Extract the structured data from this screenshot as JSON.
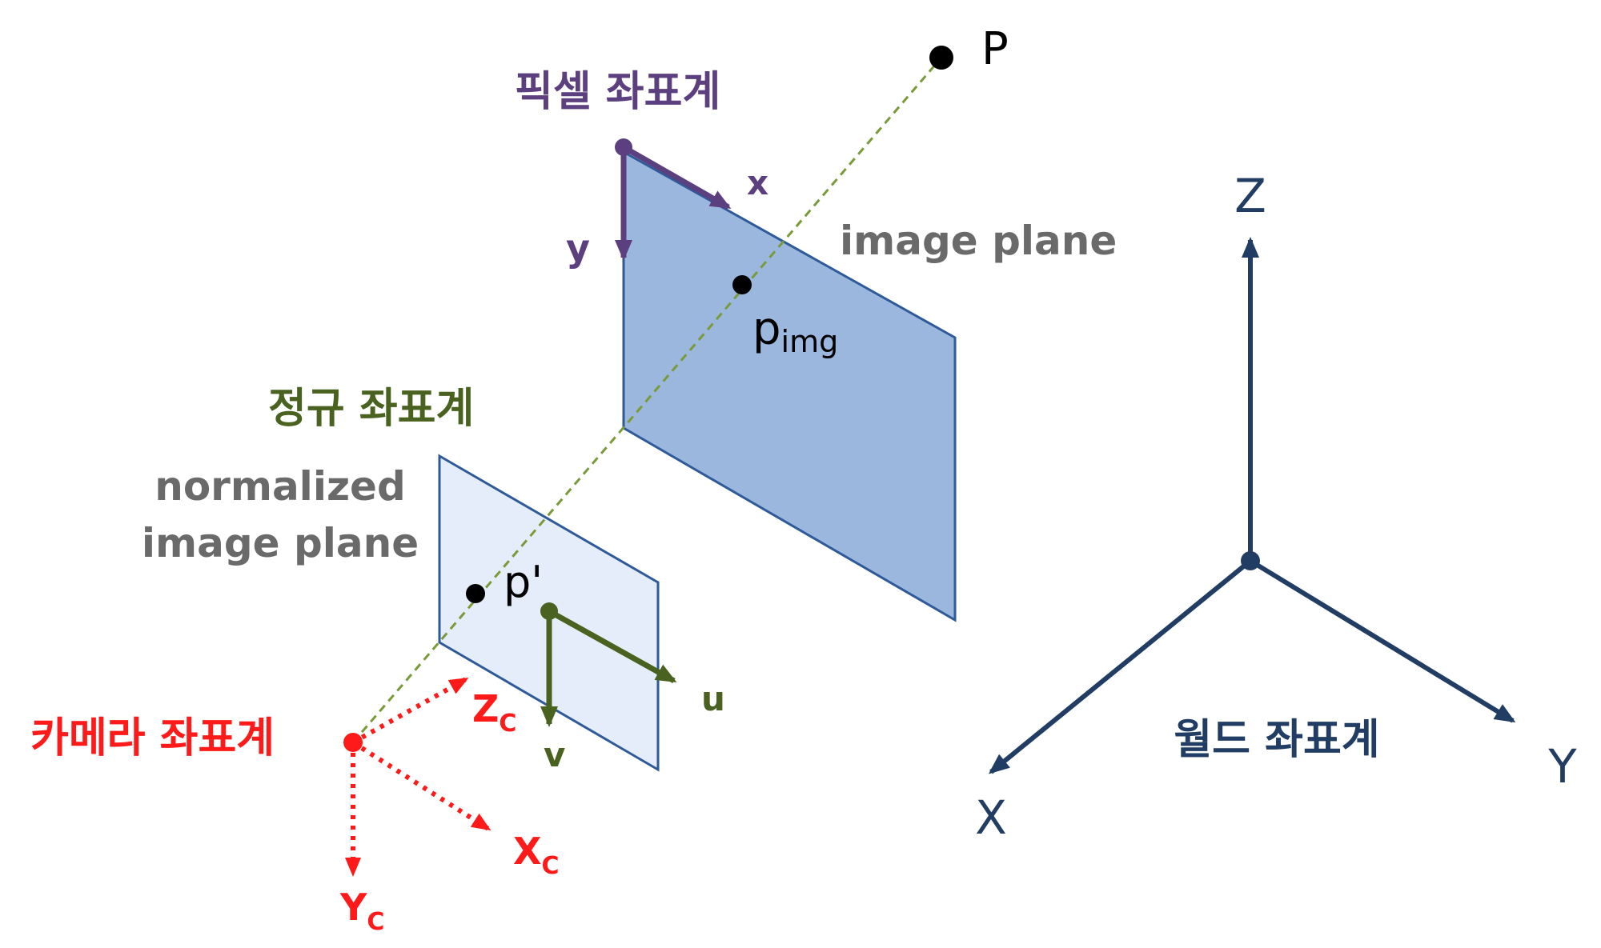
{
  "colors": {
    "pixel": "#5b3f7e",
    "normalized": "#4a6220",
    "camera": "#ff1a1a",
    "world": "#223d63",
    "plane_edge": "#2f5a9a",
    "image_plane_fill": "#9bb7de",
    "normalized_plane_fill": "#e4edf9",
    "ray": "#7a9a3a",
    "caption_gray": "#6a6a6a",
    "point": "#000000"
  },
  "labels": {
    "point_P": "P",
    "pixel_frame": "픽셀 좌표계",
    "pixel_x": "x",
    "pixel_y": "y",
    "image_plane": "image plane",
    "p_img_base": "p",
    "p_img_sub": "img",
    "normalized_frame": "정규 좌표계",
    "normalized_plane_line1": "normalized",
    "normalized_plane_line2": "image plane",
    "p_prime": "p'",
    "norm_u": "u",
    "norm_v": "v",
    "camera_frame": "카메라 좌표계",
    "cam_z_base": "Z",
    "cam_z_sub": "C",
    "cam_x_base": "X",
    "cam_x_sub": "C",
    "cam_y_base": "Y",
    "cam_y_sub": "C",
    "world_frame": "월드 좌표계",
    "world_z": "Z",
    "world_x": "X",
    "world_y": "Y"
  }
}
